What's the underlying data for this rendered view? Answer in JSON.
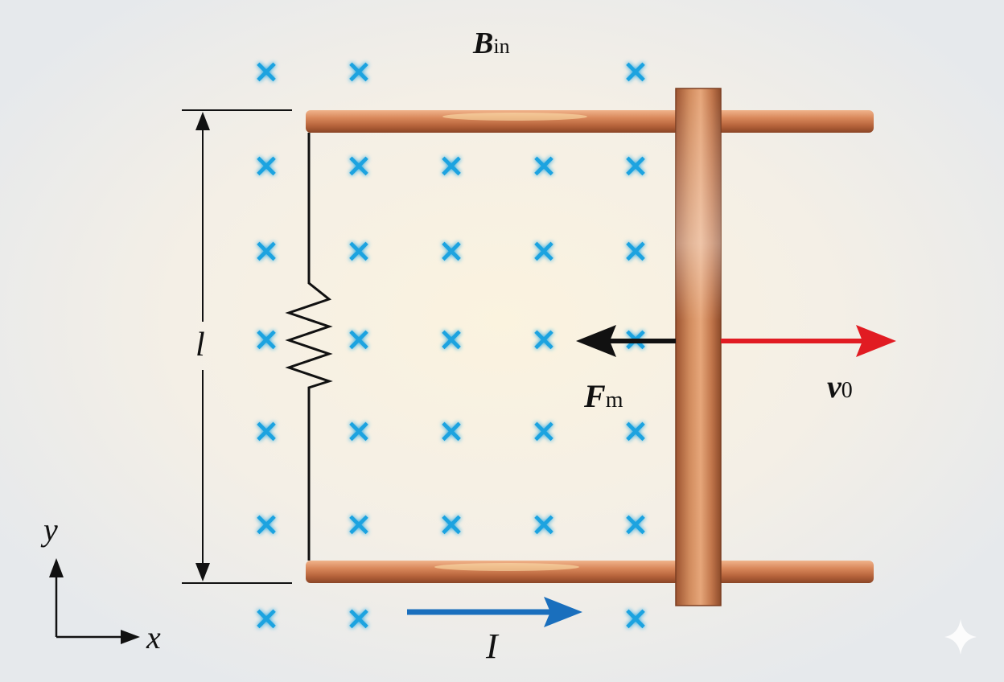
{
  "labels": {
    "field_symbol": "B",
    "field_sub": "in",
    "length_symbol": "l",
    "force_symbol": "F",
    "force_sub": "m",
    "velocity_symbol": "v",
    "velocity_sub": "0",
    "current_symbol": "I",
    "axis_y": "y",
    "axis_x": "x"
  },
  "field": {
    "glyph": "×",
    "direction": "into page",
    "rows": 7,
    "columns": 5,
    "missing": [
      [
        0,
        2,
        3
      ],
      [
        6,
        2,
        3
      ]
    ]
  },
  "colors": {
    "background": "#eef0f2",
    "field_marker": "#1aa3e0",
    "rail": "#c8734a",
    "wire": "#111111",
    "force_arrow": "#111111",
    "velocity_arrow": "#e11b22",
    "current_arrow": "#1a6fbd"
  },
  "icons": {
    "resistor": "resistor-zigzag-icon",
    "field_marker": "cross-into-page-icon",
    "watermark": "sparkle-icon"
  }
}
